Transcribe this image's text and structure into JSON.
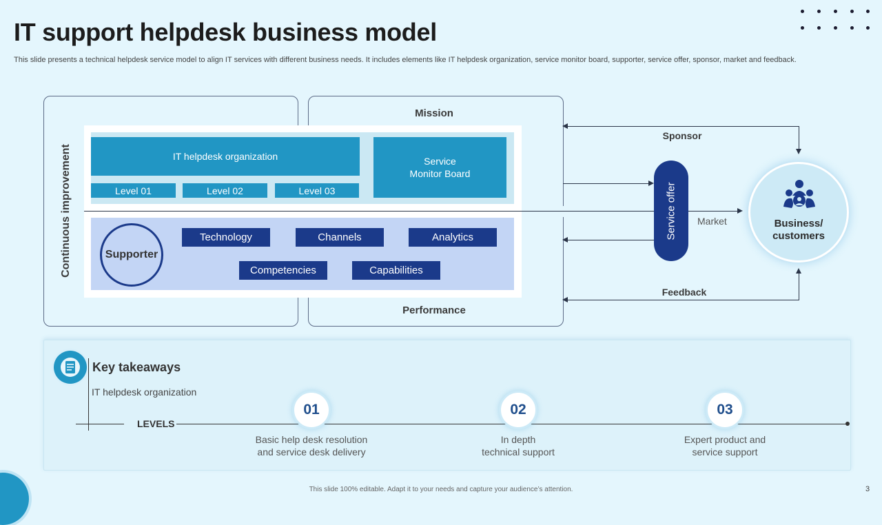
{
  "header": {
    "title": "IT support helpdesk business model",
    "subtitle": "This slide presents a technical helpdesk service model to align IT services with different business needs. It includes elements like IT helpdesk organization, service monitor board, supporter, service offer, sponsor, market and feedback."
  },
  "diagram": {
    "continuous_improvement": "Continuous improvement",
    "mission": "Mission",
    "performance": "Performance",
    "helpdesk_org": "IT helpdesk organization",
    "service_monitor_board_line1": "Service",
    "service_monitor_board_line2": "Monitor Board",
    "levels": [
      "Level 01",
      "Level 02",
      "Level 03"
    ],
    "supporter": "Supporter",
    "capabilities_row1": [
      "Technology",
      "Channels",
      "Analytics"
    ],
    "capabilities_row2": [
      "Competencies",
      "Capabilities"
    ],
    "service_offer": "Service offer",
    "sponsor": "Sponsor",
    "market": "Market",
    "feedback": "Feedback",
    "business_line1": "Business/",
    "business_line2": "customers"
  },
  "takeaways": {
    "heading": "Key takeaways",
    "subheading": "IT helpdesk organization",
    "levels_label": "LEVELS",
    "items": [
      {
        "num": "01",
        "line1": "Basic help desk resolution",
        "line2": "and service desk delivery"
      },
      {
        "num": "02",
        "line1": "In depth",
        "line2": "technical support"
      },
      {
        "num": "03",
        "line1": "Expert product and",
        "line2": "service support"
      }
    ]
  },
  "footer": {
    "note": "This slide 100% editable. Adapt it to your needs and capture your audience’s attention.",
    "page_number": "3"
  },
  "colors": {
    "teal": "#2196c4",
    "navy": "#1b3a8a",
    "light_blue_panel": "#c3d5f5",
    "background": "#e4f6fd"
  },
  "icons": {
    "dots_menu": "dots-grid-icon",
    "business_group": "team-people-icon",
    "takeaway_document": "document-icon"
  }
}
